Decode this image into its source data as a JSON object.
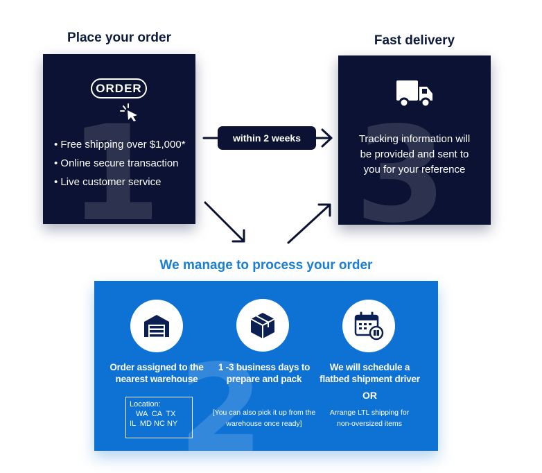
{
  "step1": {
    "title": "Place your order",
    "order_label": "ORDER",
    "bullets": [
      "Free shipping over $1,000*",
      "Online secure transaction",
      "Live customer service"
    ],
    "number": "1"
  },
  "connector": {
    "badge": "within 2 weeks"
  },
  "step3": {
    "title": "Fast delivery",
    "text": "Tracking information will be provided and sent to you for your reference",
    "number": "3"
  },
  "step2": {
    "title": "We manage to process your order",
    "number": "2",
    "columns": [
      {
        "heading": "Order assigned to the nearest warehouse",
        "location_label": "Location:",
        "location_line1": "WA  CA  TX",
        "location_line2": "IL  MD NC NY"
      },
      {
        "heading": "1 -3 business days to prepare and pack",
        "note": "[You can also pick it up from the warehouse once ready]"
      },
      {
        "heading": "We will schedule a flatbed shipment driver",
        "or": "OR",
        "note": "Arrange LTL shipping for non-oversized items"
      }
    ]
  },
  "colors": {
    "dark_navy": "#0b1233",
    "brand_blue": "#0d72d4",
    "title_blue": "#1a7fd4"
  },
  "icons": [
    "cursor-click-icon",
    "truck-icon",
    "warehouse-icon",
    "package-icon",
    "calendar-icon",
    "arrow-right-icon",
    "arrow-down-right-icon",
    "arrow-up-right-icon"
  ]
}
